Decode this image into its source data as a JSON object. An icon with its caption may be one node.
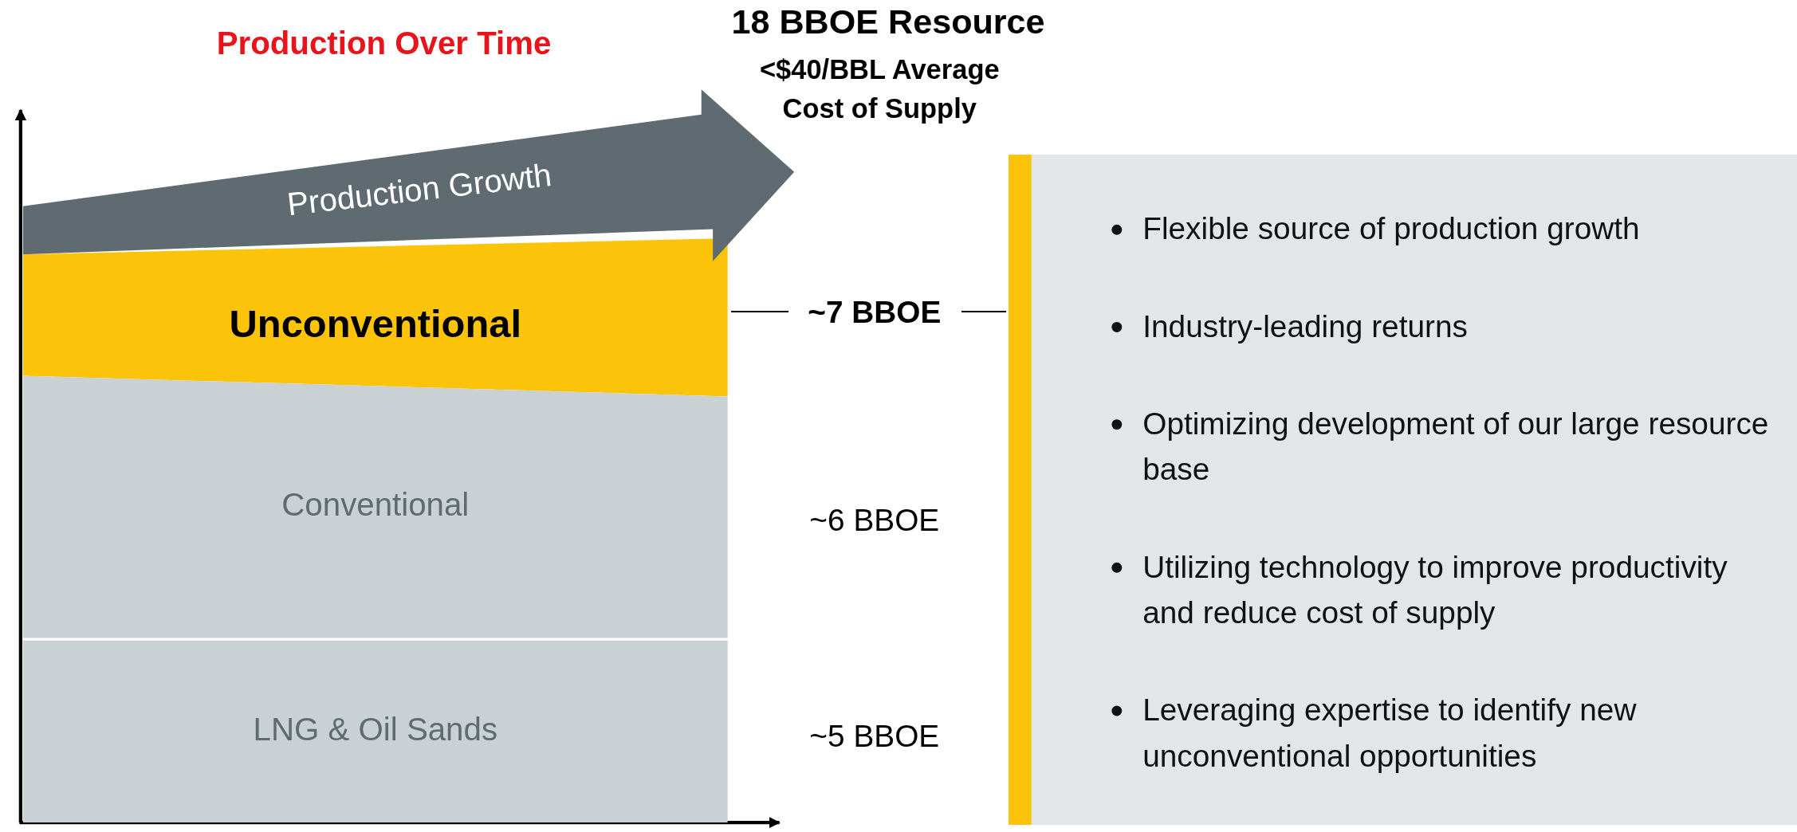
{
  "diagram": {
    "nodes": [
      {
        "text": [
          "Production Growth"
        ]
      },
      {
        "text": [
          "Unconventional"
        ]
      },
      {
        "text": [
          "~7 BBOE"
        ]
      },
      {
        "text": [
          "Flexible source of production growth",
          "Industry-leading returns",
          "Optimizing development of our large resource base",
          "Utilizing technology to improve productivity and reduce cost of supply",
          "Leveraging expertise to identify new unconventional opportunities"
        ]
      },
      {
        "text": [
          "Conventional"
        ]
      },
      {
        "text": [
          "LNG & Oil Sands"
        ]
      }
    ],
    "edges": [
      {
        "from": 1,
        "to": 2,
        "arrow": "none"
      },
      {
        "from": 2,
        "to": 3,
        "arrow": "none"
      }
    ],
    "labels": [
      "Production Over Time",
      "18 BBOE Resource",
      "<$40/BBL Average Cost of Supply",
      "~6 BBOE",
      "~5 BBOE"
    ]
  }
}
